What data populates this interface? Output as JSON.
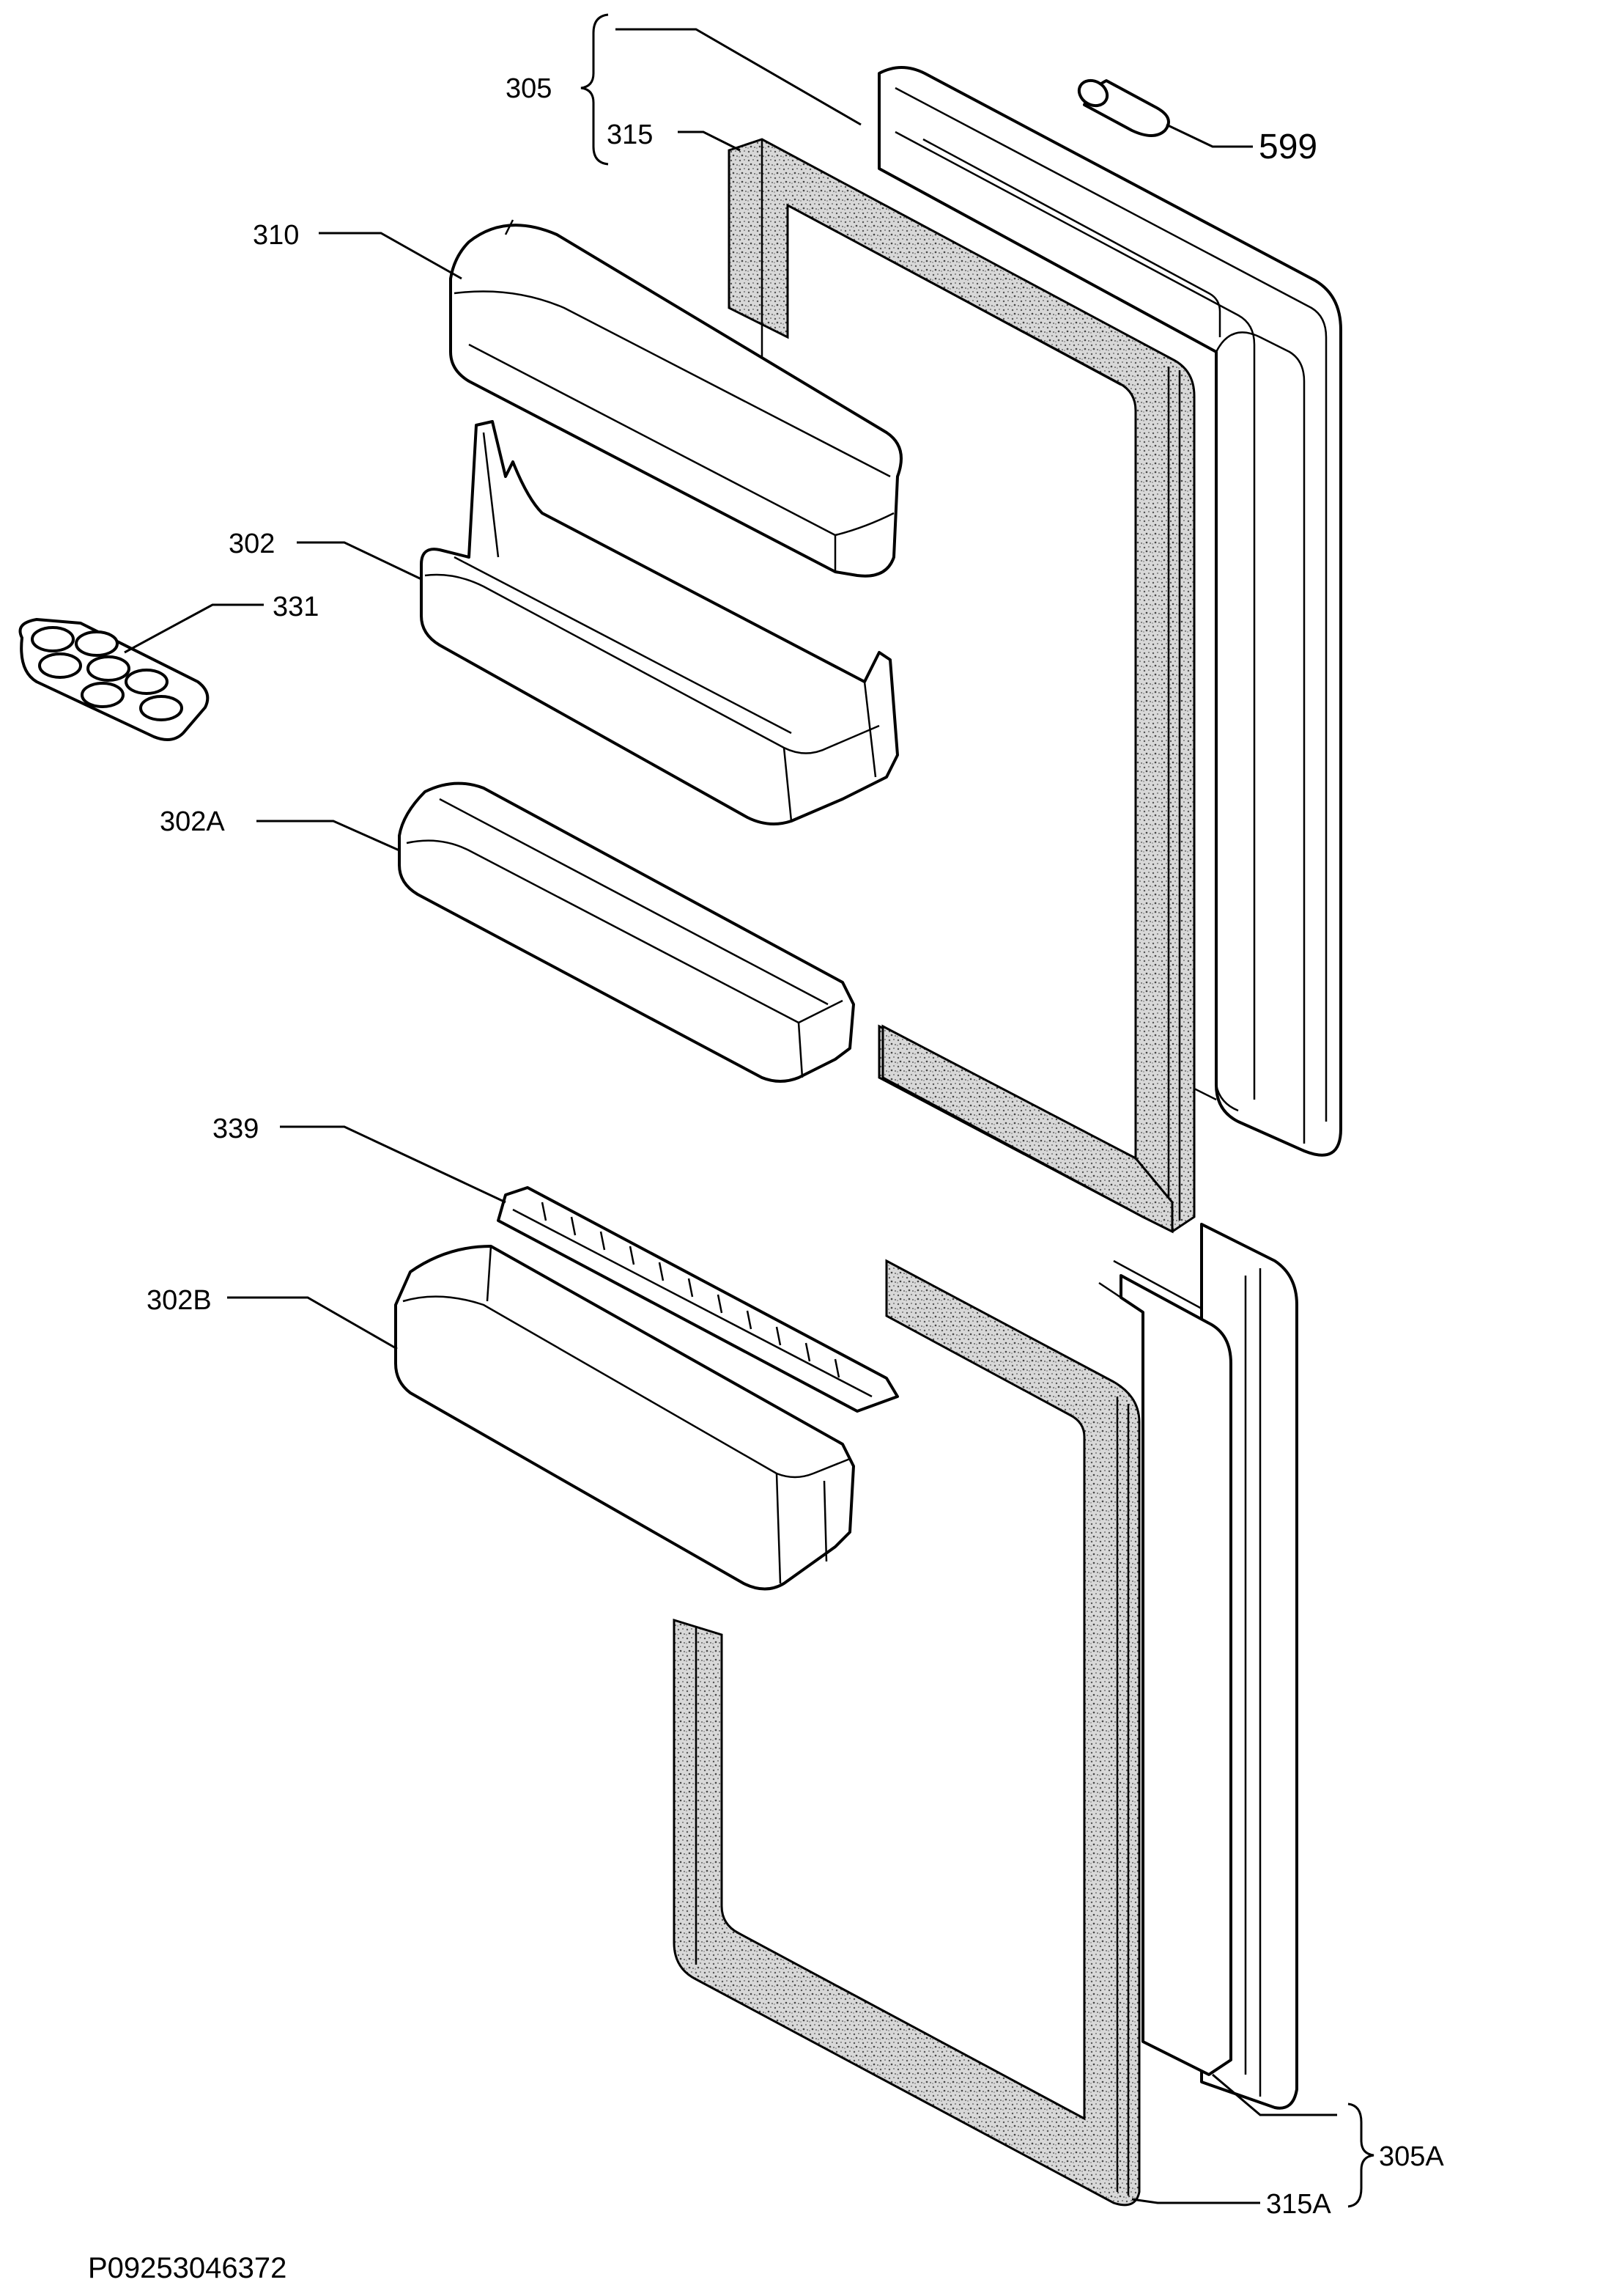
{
  "diagram": {
    "reference_code": "P09253046372",
    "parts": [
      {
        "id": "305",
        "label": "305"
      },
      {
        "id": "315",
        "label": "315"
      },
      {
        "id": "599",
        "label": "599"
      },
      {
        "id": "310",
        "label": "310"
      },
      {
        "id": "302",
        "label": "302"
      },
      {
        "id": "331",
        "label": "331"
      },
      {
        "id": "302A",
        "label": "302A"
      },
      {
        "id": "339",
        "label": "339"
      },
      {
        "id": "302B",
        "label": "302B"
      },
      {
        "id": "305A",
        "label": "305A"
      },
      {
        "id": "315A",
        "label": "315A"
      }
    ]
  }
}
